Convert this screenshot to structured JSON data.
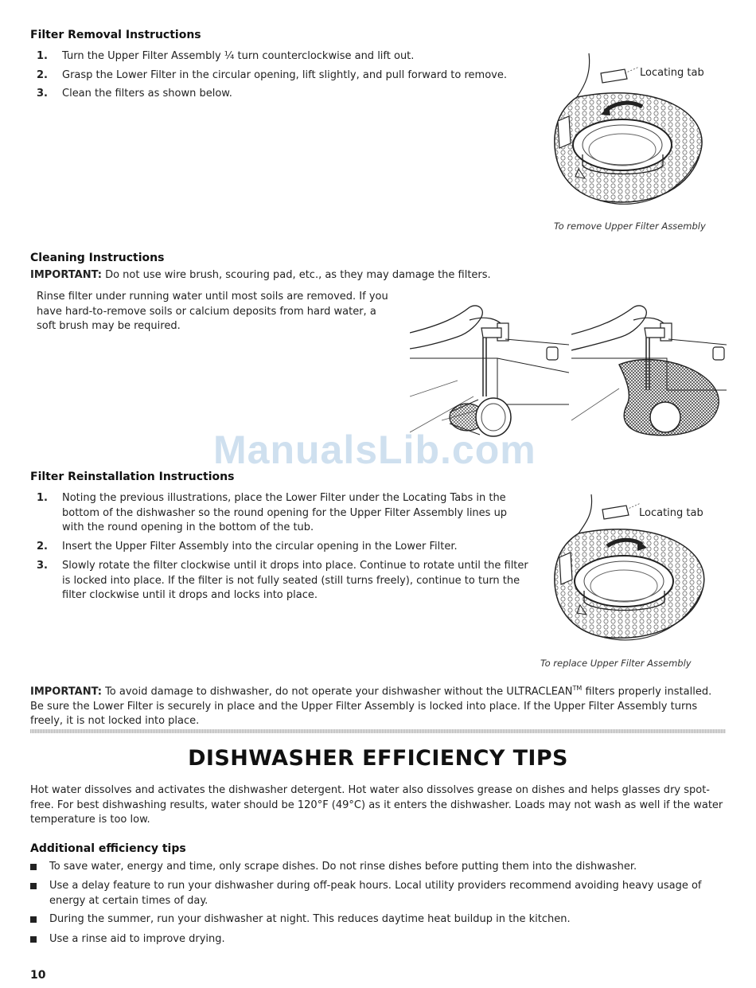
{
  "removal": {
    "heading": "Filter Removal Instructions",
    "steps": [
      {
        "num": "1.",
        "lines": [
          "Turn the Upper Filter Assembly ¼ turn counterclockwise and lift out."
        ]
      },
      {
        "num": "2.",
        "lines": [
          "Grasp the Lower Filter in the circular opening, lift slightly, and pull forward to remove."
        ]
      },
      {
        "num": "3.",
        "lines": [
          "Clean the filters as shown below."
        ]
      }
    ],
    "figure_label": "Locating tab",
    "caption": "To remove Upper Filter Assembly"
  },
  "cleaning": {
    "heading": "Cleaning Instructions",
    "important_label": "IMPORTANT:",
    "important_text": " Do not use wire brush, scouring pad, etc., as they may damage the filters.",
    "body_lines": [
      "Rinse filter under running water until most soils are removed. If you",
      "have hard-to-remove soils or calcium deposits from hard water, a",
      "soft brush may be required."
    ]
  },
  "watermark": "ManualsLib.com",
  "reinstall": {
    "heading": "Filter Reinstallation Instructions",
    "steps": [
      {
        "num": "1.",
        "lines": [
          "Noting the previous illustrations, place the Lower Filter under the Locating Tabs in the",
          "bottom of the dishwasher so the round opening for the Upper Filter Assembly lines up",
          "with the round opening in the bottom of the tub."
        ]
      },
      {
        "num": "2.",
        "lines": [
          "Insert the Upper Filter Assembly into the circular opening in the Lower Filter."
        ]
      },
      {
        "num": "3.",
        "lines": [
          "Slowly rotate the filter clockwise until it drops into place. Continue to rotate until the filter",
          "is locked into place. If the filter is not fully seated (still turns freely), continue to turn the",
          "filter clockwise until it drops and locks into place."
        ]
      }
    ],
    "figure_label": "Locating tab",
    "caption": "To replace Upper Filter Assembly"
  },
  "important2": {
    "label": "IMPORTANT:",
    "line1_text": " To avoid damage to dishwasher, do not operate your dishwasher without the ULTRACLEAN",
    "trademark": "TM",
    "line1_end": " filters properly installed.",
    "line2": "Be sure the Lower Filter is securely in place and the Upper Filter Assembly is locked into place. If the Upper Filter Assembly turns",
    "line3": "freely, it is not locked into place."
  },
  "efficiency": {
    "title": "DISHWASHER EFFICIENCY TIPS",
    "intro_lines": [
      "Hot water dissolves and activates the dishwasher detergent. Hot water also dissolves grease on dishes and helps glasses dry spot-",
      "free. For best dishwashing results, water should be 120°F (49°C) as it enters the dishwasher. Loads may not wash as well if the water",
      "temperature is too low."
    ],
    "subheading": "Additional efficiency tips",
    "tips": [
      {
        "lines": [
          "To save water, energy and time, only scrape dishes. Do not rinse dishes before putting them into the dishwasher."
        ]
      },
      {
        "lines": [
          "Use a delay feature to run your dishwasher during off-peak hours. Local utility providers recommend avoiding heavy usage of",
          "energy at certain times of day."
        ]
      },
      {
        "lines": [
          "During the summer, run your dishwasher at night. This reduces daytime heat buildup in the kitchen."
        ]
      },
      {
        "lines": [
          "Use a rinse aid to improve drying."
        ]
      }
    ]
  },
  "page_number": "10"
}
